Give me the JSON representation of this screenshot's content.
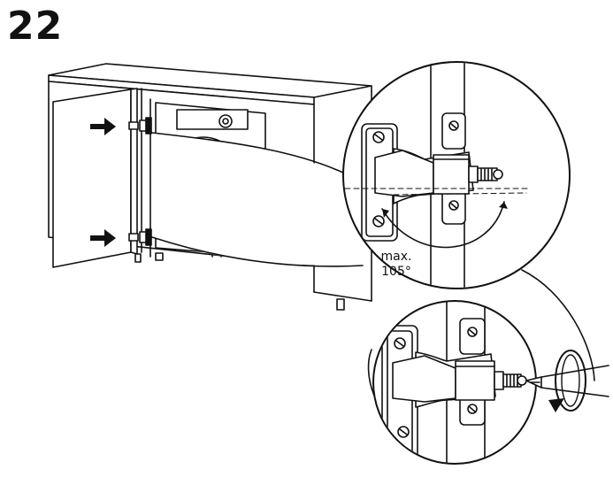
{
  "step": {
    "number": "22"
  },
  "opening_angle": {
    "line1": "max.",
    "line2": "105°"
  },
  "icons": {
    "arrows": "right-pointing-arrow",
    "tool": "screwdriver",
    "rotation": "clockwise-rotation"
  },
  "colors": {
    "ink": "#111111",
    "background": "#ffffff",
    "shade": "#d9d9d9"
  }
}
